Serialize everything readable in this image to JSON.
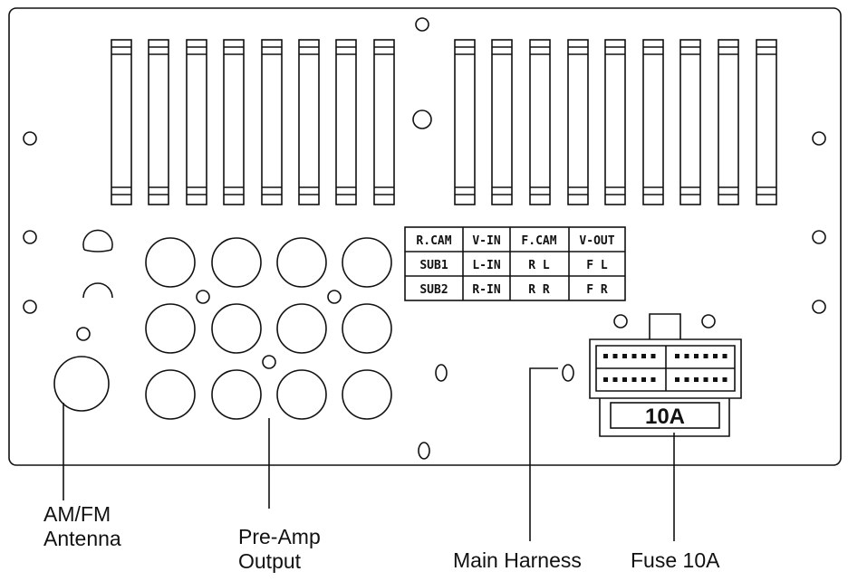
{
  "port_table": {
    "rows": [
      [
        "R.CAM",
        "V-IN",
        "F.CAM",
        "V-OUT"
      ],
      [
        "SUB1",
        "L-IN",
        "R L",
        "F L"
      ],
      [
        "SUB2",
        "R-IN",
        "R R",
        "F R"
      ]
    ]
  },
  "connector": {
    "fuse_label": "10A"
  },
  "callouts": {
    "antenna": [
      "AM/FM",
      "Antenna"
    ],
    "preamp": [
      "Pre-Amp",
      "Output"
    ],
    "main_harness": "Main Harness",
    "fuse": "Fuse 10A"
  }
}
